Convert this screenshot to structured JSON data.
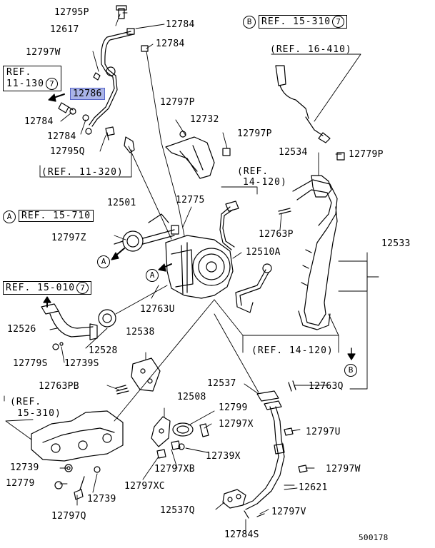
{
  "diagram": {
    "figure_number": "500178",
    "callouts": {
      "p12795P": "12795P",
      "p12784a": "12784",
      "p12617": "12617",
      "p12784b": "12784",
      "p12797W": "12797W",
      "p12786": "12786",
      "p12784c": "12784",
      "p12784d": "12784",
      "p12795Q": "12795Q",
      "p12797P_a": "12797P",
      "p12732": "12732",
      "p12797P_b": "12797P",
      "p12534": "12534",
      "p12779P": "12779P",
      "p12501": "12501",
      "p12775": "12775",
      "p12763P": "12763P",
      "p12797Z": "12797Z",
      "p12510A": "12510A",
      "p12533": "12533",
      "p12763U": "12763U",
      "p12526": "12526",
      "p12528": "12528",
      "p12538": "12538",
      "p12779S": "12779S",
      "p12739S": "12739S",
      "p12763PB": "12763PB",
      "p12537": "12537",
      "p12763Q": "12763Q",
      "p12508": "12508",
      "p12799": "12799",
      "p12797X": "12797X",
      "p12797U": "12797U",
      "p12739X": "12739X",
      "p12797XB": "12797XB",
      "p12797W_b": "12797W",
      "p12739a": "12739",
      "p12779": "12779",
      "p12797XC": "12797XC",
      "p12739b": "12739",
      "p12621": "12621",
      "p12797Q": "12797Q",
      "p12537Q": "12537Q",
      "p12797V": "12797V",
      "p12784S": "12784S"
    },
    "references": {
      "ref_11_130_line1": "REF.",
      "ref_11_130_line2": "11-130",
      "ref_11_130_num": "7",
      "ref_11_320": "(REF. 11-320)",
      "ref_15_310_top": "REF. 15-310",
      "ref_15_310_top_num": "7",
      "ref_15_310_top_marker": "B",
      "ref_16_410": "(REF. 16-410)",
      "ref_15_710": "REF. 15-710",
      "ref_15_710_marker": "A",
      "ref_14_120_top_line1": "(REF.",
      "ref_14_120_top_line2": "14-120)",
      "ref_15_010": "REF. 15-010",
      "ref_15_010_num": "7",
      "ref_14_120_bottom": "(REF. 14-120)",
      "ref_15_310_bottom_line1": "(REF.",
      "ref_15_310_bottom_line2": "15-310)",
      "marker_A1": "A",
      "marker_A2": "A",
      "marker_B": "B"
    }
  }
}
